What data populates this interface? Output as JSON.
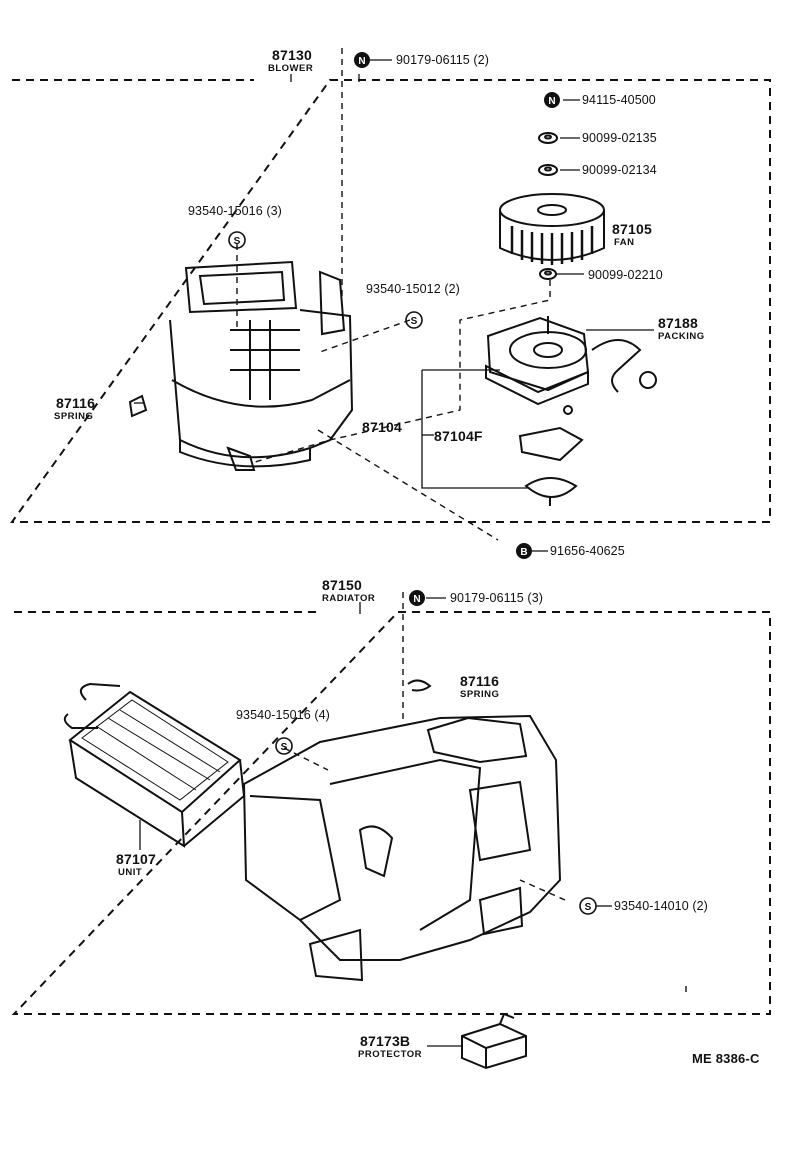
{
  "blower": {
    "part_no": "87130",
    "name": "BLOWER"
  },
  "radiator": {
    "part_no": "87150",
    "name": "RADIATOR"
  },
  "blower_parts": [
    {
      "part_no": "90179-06115 (2)",
      "symbol": "N"
    },
    {
      "part_no": "94115-40500",
      "symbol": "N"
    },
    {
      "part_no": "90099-02135",
      "symbol": ""
    },
    {
      "part_no": "90099-02134",
      "symbol": ""
    },
    {
      "part_no": "87105",
      "name": "FAN"
    },
    {
      "part_no": "90099-02210",
      "symbol": ""
    },
    {
      "part_no": "87188",
      "name": "PACKING"
    },
    {
      "part_no": "93540-15016 (3)",
      "symbol": "S"
    },
    {
      "part_no": "93540-15012 (2)",
      "symbol": "S"
    },
    {
      "part_no": "87116",
      "name": "SPRING"
    },
    {
      "part_no": "87104"
    },
    {
      "part_no": "87104F"
    },
    {
      "part_no": "91656-40625",
      "symbol": "B"
    }
  ],
  "radiator_parts": [
    {
      "part_no": "90179-06115 (3)",
      "symbol": "N"
    },
    {
      "part_no": "87116",
      "name": "SPRING"
    },
    {
      "part_no": "93540-15016 (4)",
      "symbol": "S"
    },
    {
      "part_no": "87107",
      "name": "UNIT"
    },
    {
      "part_no": "93540-14010 (2)",
      "symbol": "S"
    },
    {
      "part_no": "87173B",
      "name": "PROTECTOR"
    }
  ],
  "ref_code": "ME 8386-C",
  "colors": {
    "ink": "#111111",
    "paper": "#ffffff"
  }
}
